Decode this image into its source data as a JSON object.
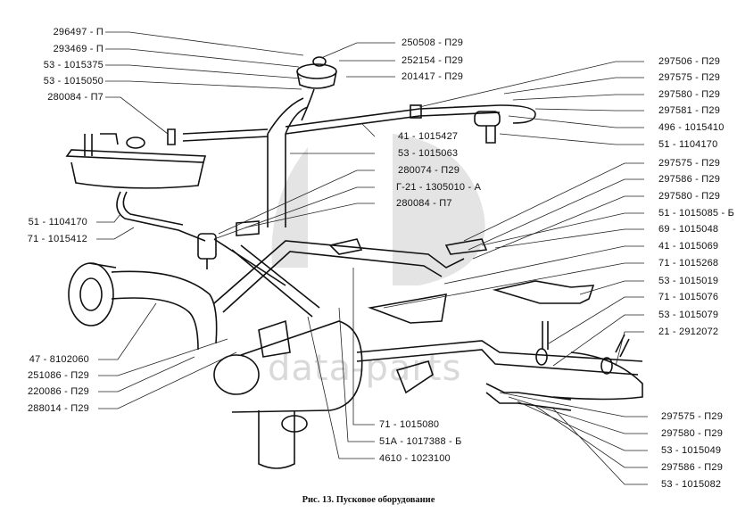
{
  "figure": {
    "caption": "Рис. 13. Пусковое оборудование",
    "watermark": "data-parts",
    "line_color": "#111111",
    "hatch_color": "#444444",
    "watermark_color": "#d9d9d9"
  },
  "labels_left": [
    "296497 - П",
    "293469 - П",
    "53 - 1015375",
    "53 - 1015050",
    "280084 - П7",
    "51 - 1104170",
    "71 - 1015412",
    "47 - 8102060",
    "251086 - П29",
    "220086 - П29",
    "288014 - П29"
  ],
  "labels_top_center": [
    "250508 - П29",
    "252154 - П29",
    "201417 - П29"
  ],
  "labels_center": [
    "41 - 1015427",
    "53 - 1015063",
    "280074 - П29",
    "Г-21 - 1305010 - А",
    "280084 - П7"
  ],
  "labels_right": [
    "297506 - П29",
    "297575 - П29",
    "297580 - П29",
    "297581 - П29",
    "496 - 1015410",
    "51 - 1104170",
    "297575 - П29",
    "297586 - П29",
    "297580 - П29",
    "51 - 1015085 - Б",
    "69 - 1015048",
    "41 - 1015069",
    "71 - 1015268",
    "53 - 1015019",
    "71 - 1015076",
    "53 - 1015079",
    "21 - 2912072"
  ],
  "labels_bottom_center": [
    "71 - 1015080",
    "51А - 1017388 - Б",
    "4610 - 1023100"
  ],
  "labels_bottom_right": [
    "297575 - П29",
    "297580 - П29",
    "53 - 1015049",
    "297586 - П29",
    "53 - 1015082"
  ]
}
